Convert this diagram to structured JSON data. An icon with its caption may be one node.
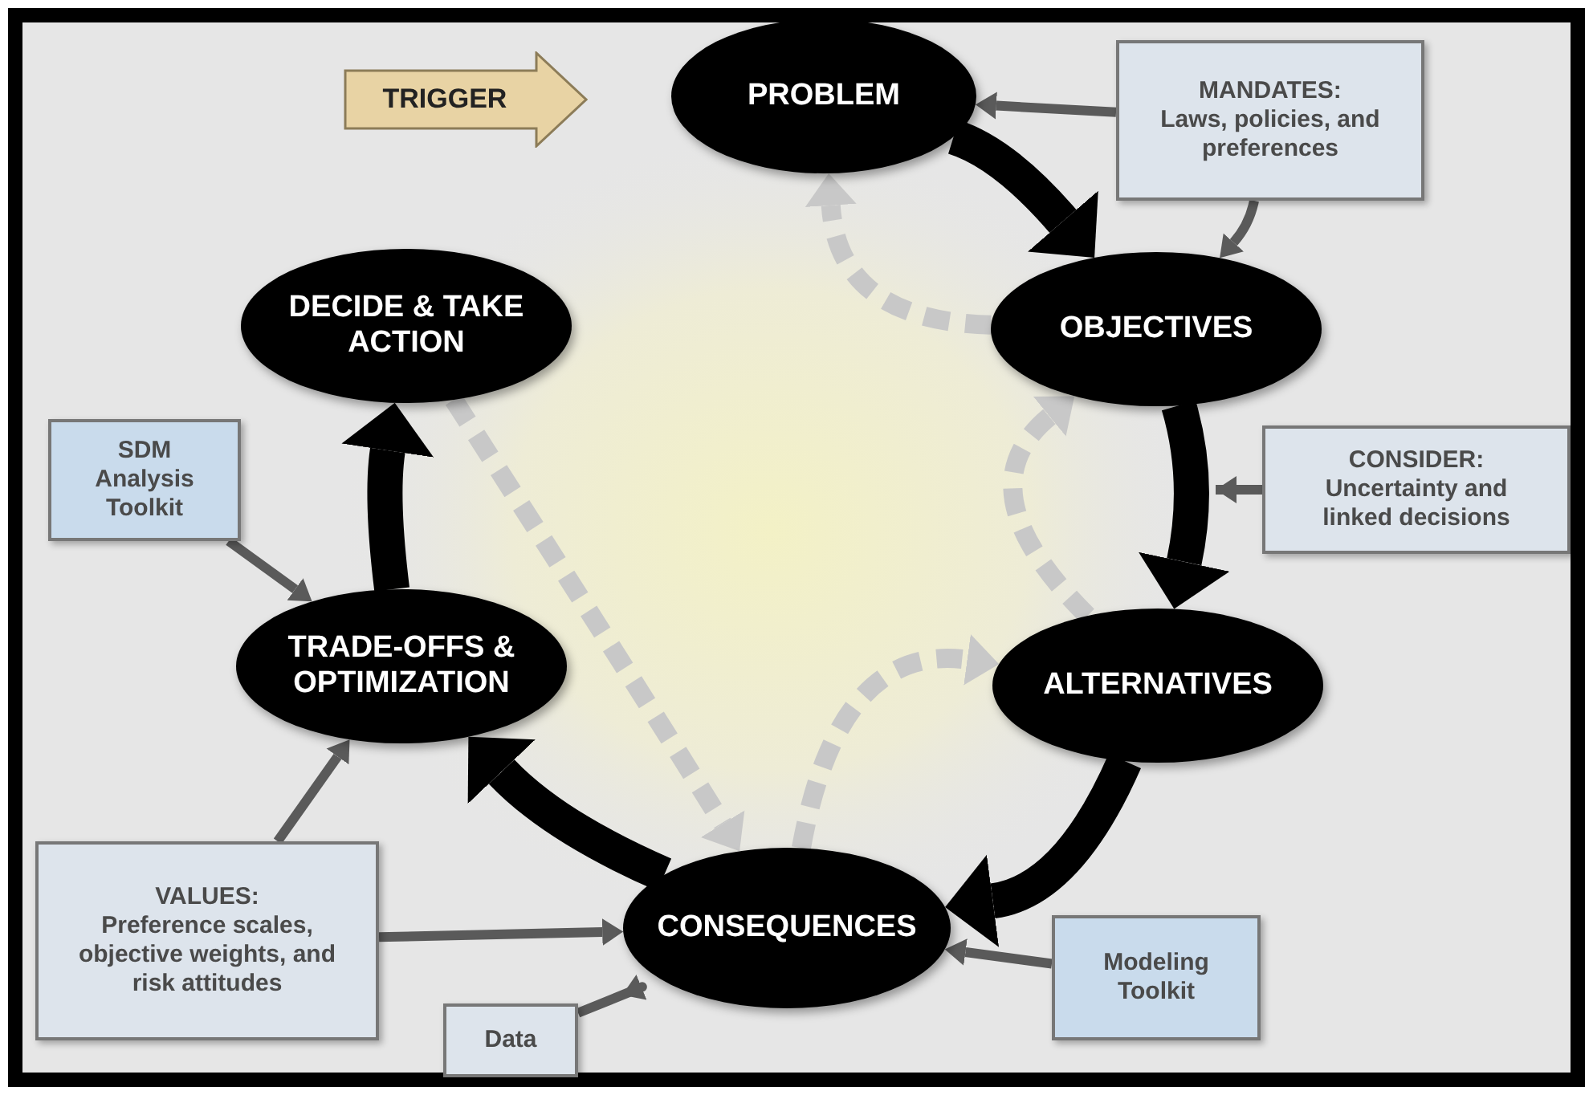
{
  "diagram": {
    "nodes": [
      {
        "text": [
          "TRIGGER"
        ]
      },
      {
        "text": [
          "PROBLEM"
        ]
      },
      {
        "text": [
          "MANDATES:",
          "Laws, policies, and preferences"
        ]
      },
      {
        "text": [
          "OBJECTIVES"
        ]
      },
      {
        "text": [
          "CONSIDER:",
          "Uncertainty and linked decisions"
        ]
      },
      {
        "text": [
          "ALTERNATIVES"
        ]
      },
      {
        "text": [
          "CONSEQUENCES"
        ]
      },
      {
        "text": [
          "Modeling Toolkit"
        ]
      },
      {
        "text": [
          "Data"
        ]
      },
      {
        "text": [
          "VALUES:",
          "Preference scales, objective weights, and risk attitudes"
        ]
      },
      {
        "text": [
          "TRADE-OFFS & OPTIMIZATION"
        ]
      },
      {
        "text": [
          "SDM Analysis Toolkit"
        ]
      },
      {
        "text": [
          "DECIDE & TAKE ACTION"
        ]
      }
    ],
    "edges": [
      {
        "from": 1,
        "to": 3,
        "arrow": "to",
        "style": "thick",
        "color": "#000000"
      },
      {
        "from": 3,
        "to": 5,
        "arrow": "to",
        "style": "thick",
        "color": "#000000"
      },
      {
        "from": 5,
        "to": 6,
        "arrow": "to",
        "style": "thick",
        "color": "#000000"
      },
      {
        "from": 6,
        "to": 10,
        "arrow": "to",
        "style": "thick",
        "color": "#000000"
      },
      {
        "from": 10,
        "to": 12,
        "arrow": "to",
        "style": "thick",
        "color": "#000000"
      },
      {
        "from": 12,
        "to": 6,
        "arrow": "to",
        "style": "dashed",
        "color": "#c8c8c8"
      },
      {
        "from": 6,
        "to": 5,
        "arrow": "to",
        "style": "dashed",
        "color": "#c8c8c8"
      },
      {
        "from": 5,
        "to": 3,
        "arrow": "to",
        "style": "dashed",
        "color": "#c8c8c8"
      },
      {
        "from": 3,
        "to": 1,
        "arrow": "to",
        "style": "dashed",
        "color": "#c8c8c8"
      },
      {
        "from": 2,
        "to": 1,
        "arrow": "to"
      },
      {
        "from": 2,
        "to": 3,
        "arrow": "to"
      },
      {
        "from": 4,
        "to": null,
        "arrow": "to"
      },
      {
        "from": 11,
        "to": 10,
        "arrow": "to"
      },
      {
        "from": 9,
        "to": 10,
        "arrow": "to"
      },
      {
        "from": 9,
        "to": 6,
        "arrow": "to"
      },
      {
        "from": 8,
        "to": 6,
        "arrow": "to"
      },
      {
        "from": 7,
        "to": 6,
        "arrow": "to"
      }
    ]
  }
}
